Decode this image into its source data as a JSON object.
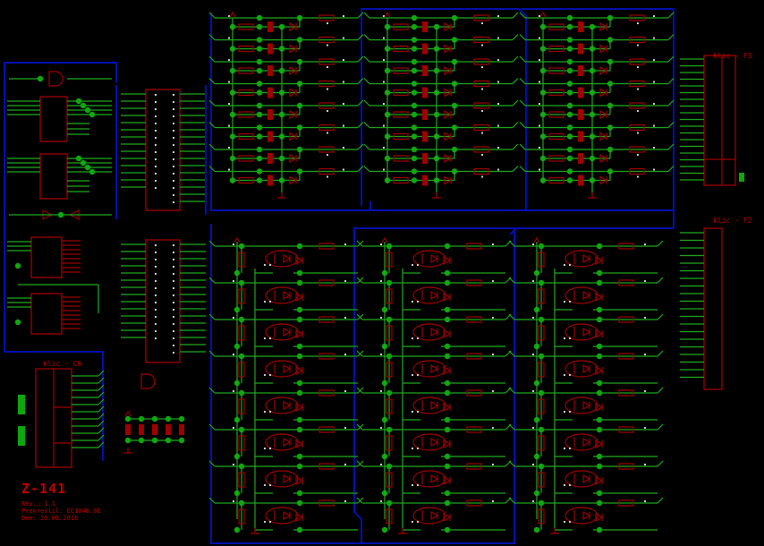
{
  "window": {
    "title": "Z-141 schematic"
  },
  "title_block": {
    "name": "Z-141",
    "revision": "Rev.: 1.1",
    "drawn_by": "Prekreslil: EC1046.01",
    "date": "Dne: 20.06.2018"
  },
  "connectors": [
    {
      "id": "F3",
      "label": "klic - F3"
    },
    {
      "id": "F2",
      "label": "klic - F2"
    },
    {
      "id": "C6",
      "label": "klic - C6"
    }
  ],
  "blocks": {
    "resistor_led_rows": 8,
    "optocoupler_rows": 8,
    "columns": 3
  },
  "colors": {
    "background": "#000000",
    "wire": "#1faa1f",
    "junction": "#0ea80e",
    "component": "#a00000",
    "bus": "#0010b0",
    "pin_text": "#d0d0d0"
  }
}
